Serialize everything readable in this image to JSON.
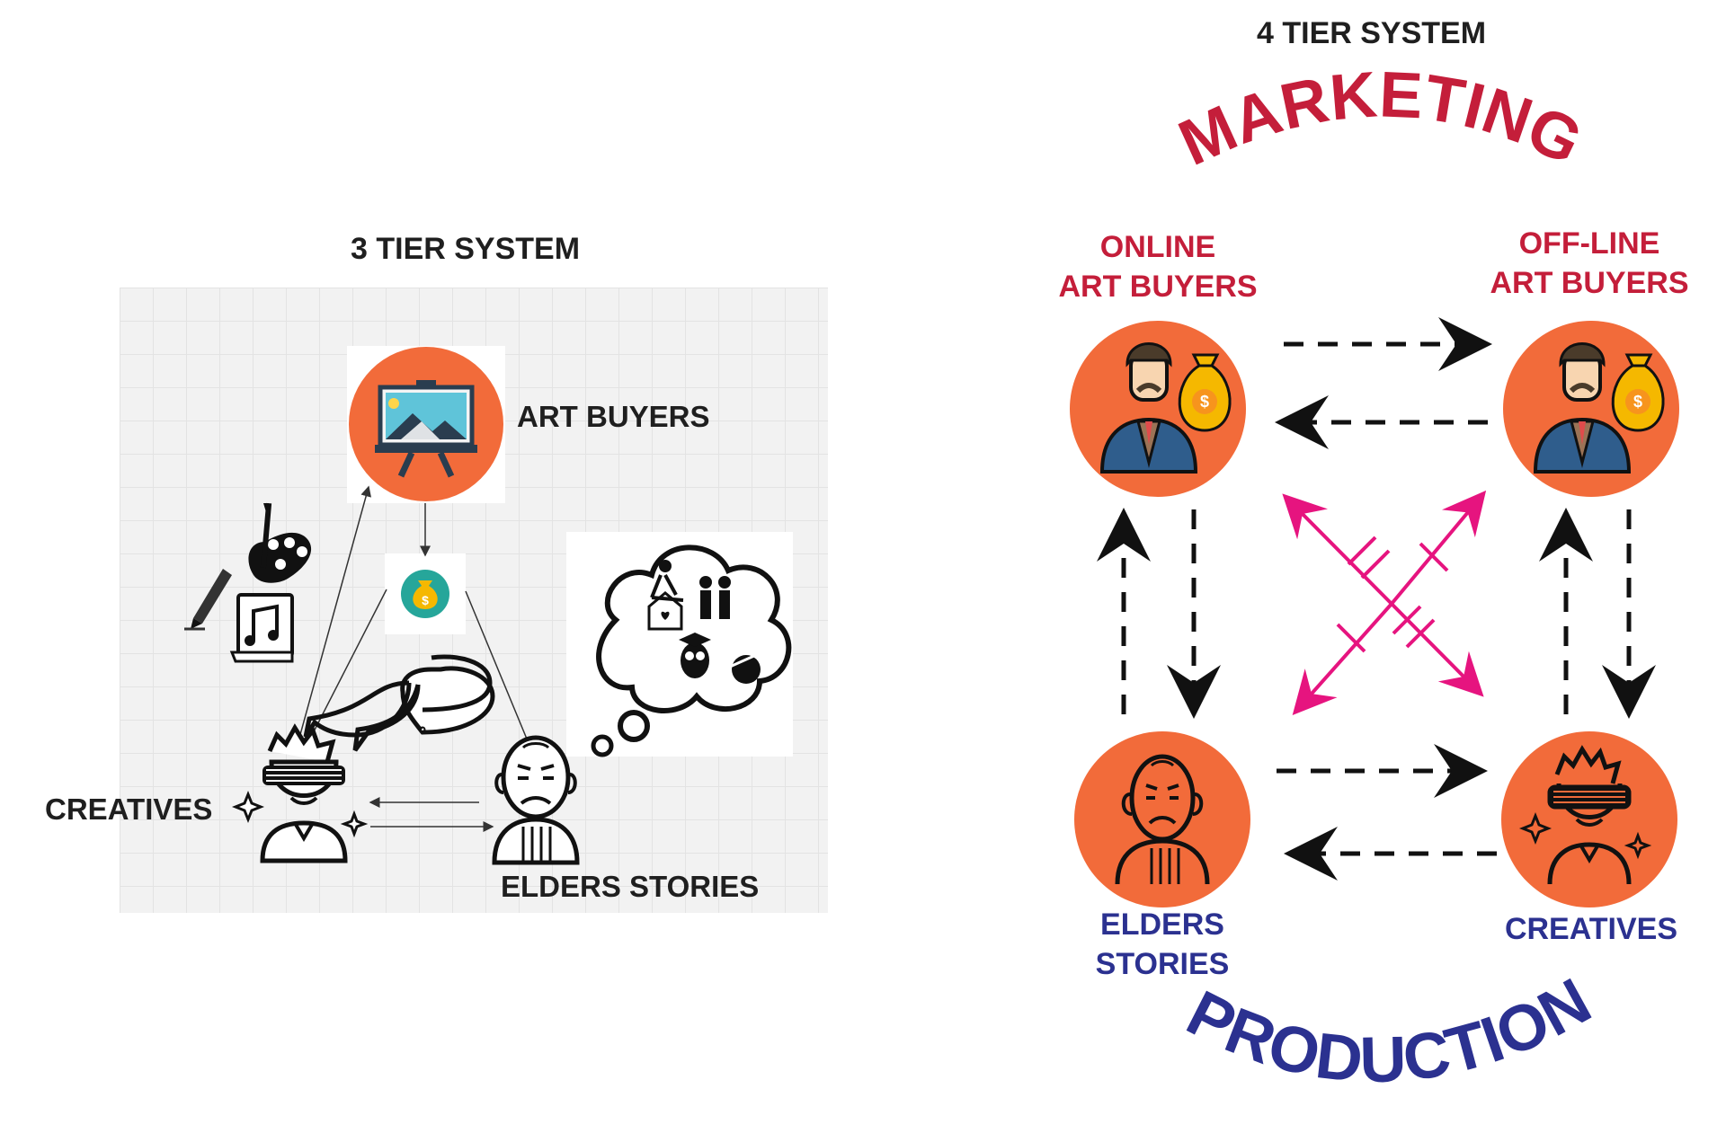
{
  "left_diagram": {
    "title": "3 TIER SYSTEM",
    "art_buyers": "ART BUYERS",
    "creatives": "CREATIVES",
    "elders_stories": "ELDERS STORIES",
    "money_symbol": "$"
  },
  "right_diagram": {
    "title": "4 TIER SYSTEM",
    "marketing": "MARKETING",
    "production": "PRODUCTION",
    "online_buyers": [
      "ONLINE",
      "ART BUYERS"
    ],
    "offline_buyers": [
      "OFF-LINE",
      "ART BUYERS"
    ],
    "elders_stories": [
      "ELDERS",
      "STORIES"
    ],
    "creatives": "CREATIVES",
    "money_symbol": "$"
  },
  "colors": {
    "node_orange": "#f26b3a",
    "marketing_red": "#c41e3a",
    "production_blue": "#2b3190",
    "cross_arrow_magenta": "#e6147f",
    "money_teal": "#26a69a",
    "money_bag_yellow": "#f5b800"
  }
}
